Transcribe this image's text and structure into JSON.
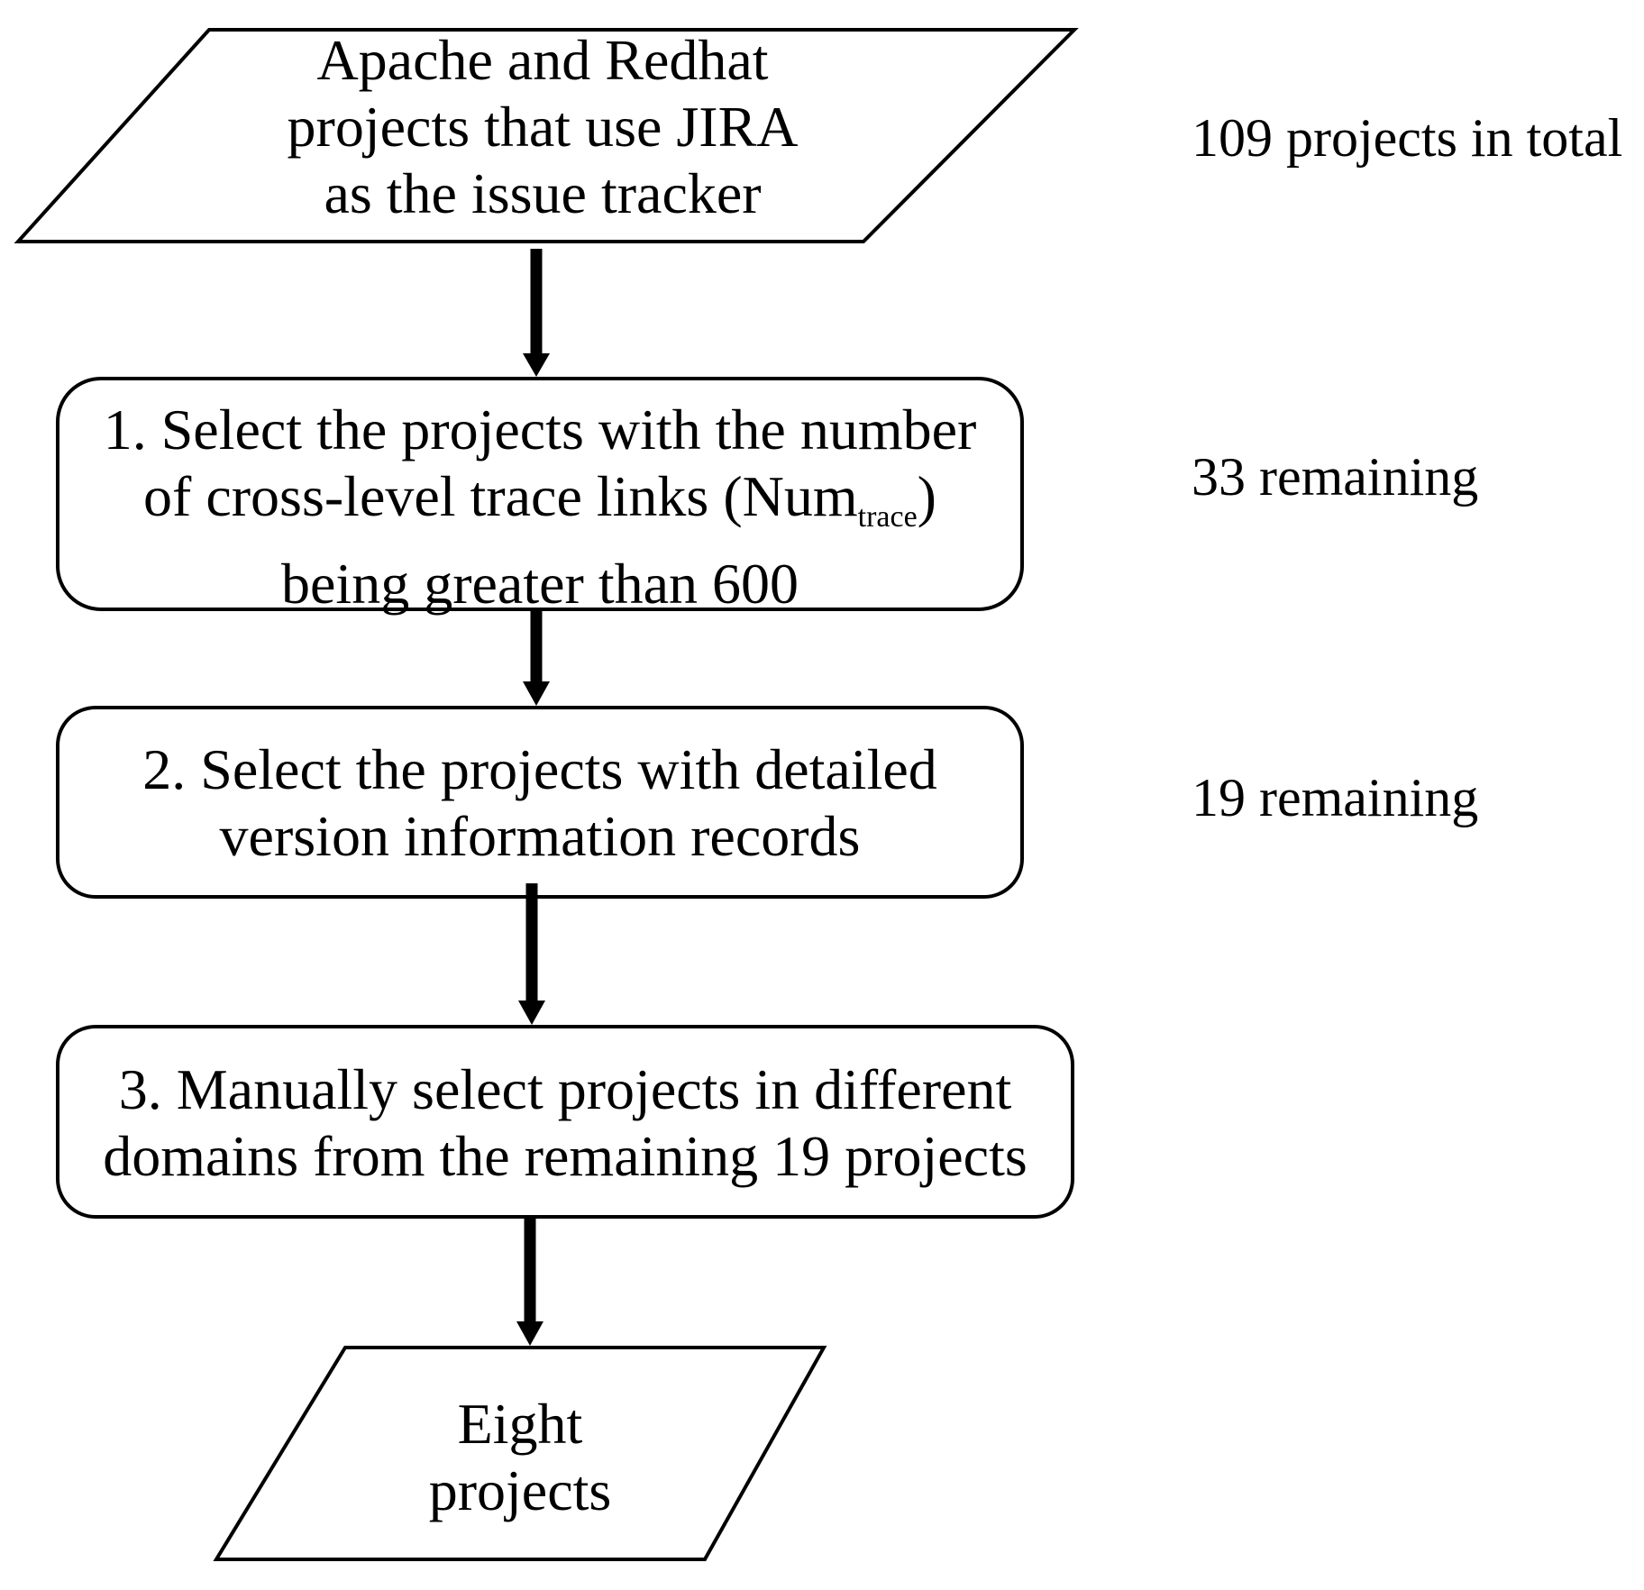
{
  "diagram": {
    "start": {
      "lines": [
        "Apache  and Redhat",
        "projects  that use JIRA",
        "as the issue  tracker"
      ]
    },
    "steps": [
      {
        "lines": [
          "1. Select the projects with the number",
          "being greater  than 600"
        ],
        "line2_prefix": "of cross-level  trace links   (Num",
        "line2_sub": "trace",
        "line2_suffix": ")"
      },
      {
        "lines": [
          "2. Select  the projects with detailed",
          "version information records"
        ]
      },
      {
        "lines": [
          "3.  Manually  select projects in different",
          "domains from the remaining 19 projects"
        ]
      }
    ],
    "end": {
      "lines": [
        "Eight",
        "projects"
      ]
    },
    "notes": [
      "109 projects in total",
      "33 remaining",
      "19 remaining"
    ],
    "colors": {
      "stroke": "#000000",
      "fill": "#ffffff",
      "text": "#000000"
    }
  }
}
